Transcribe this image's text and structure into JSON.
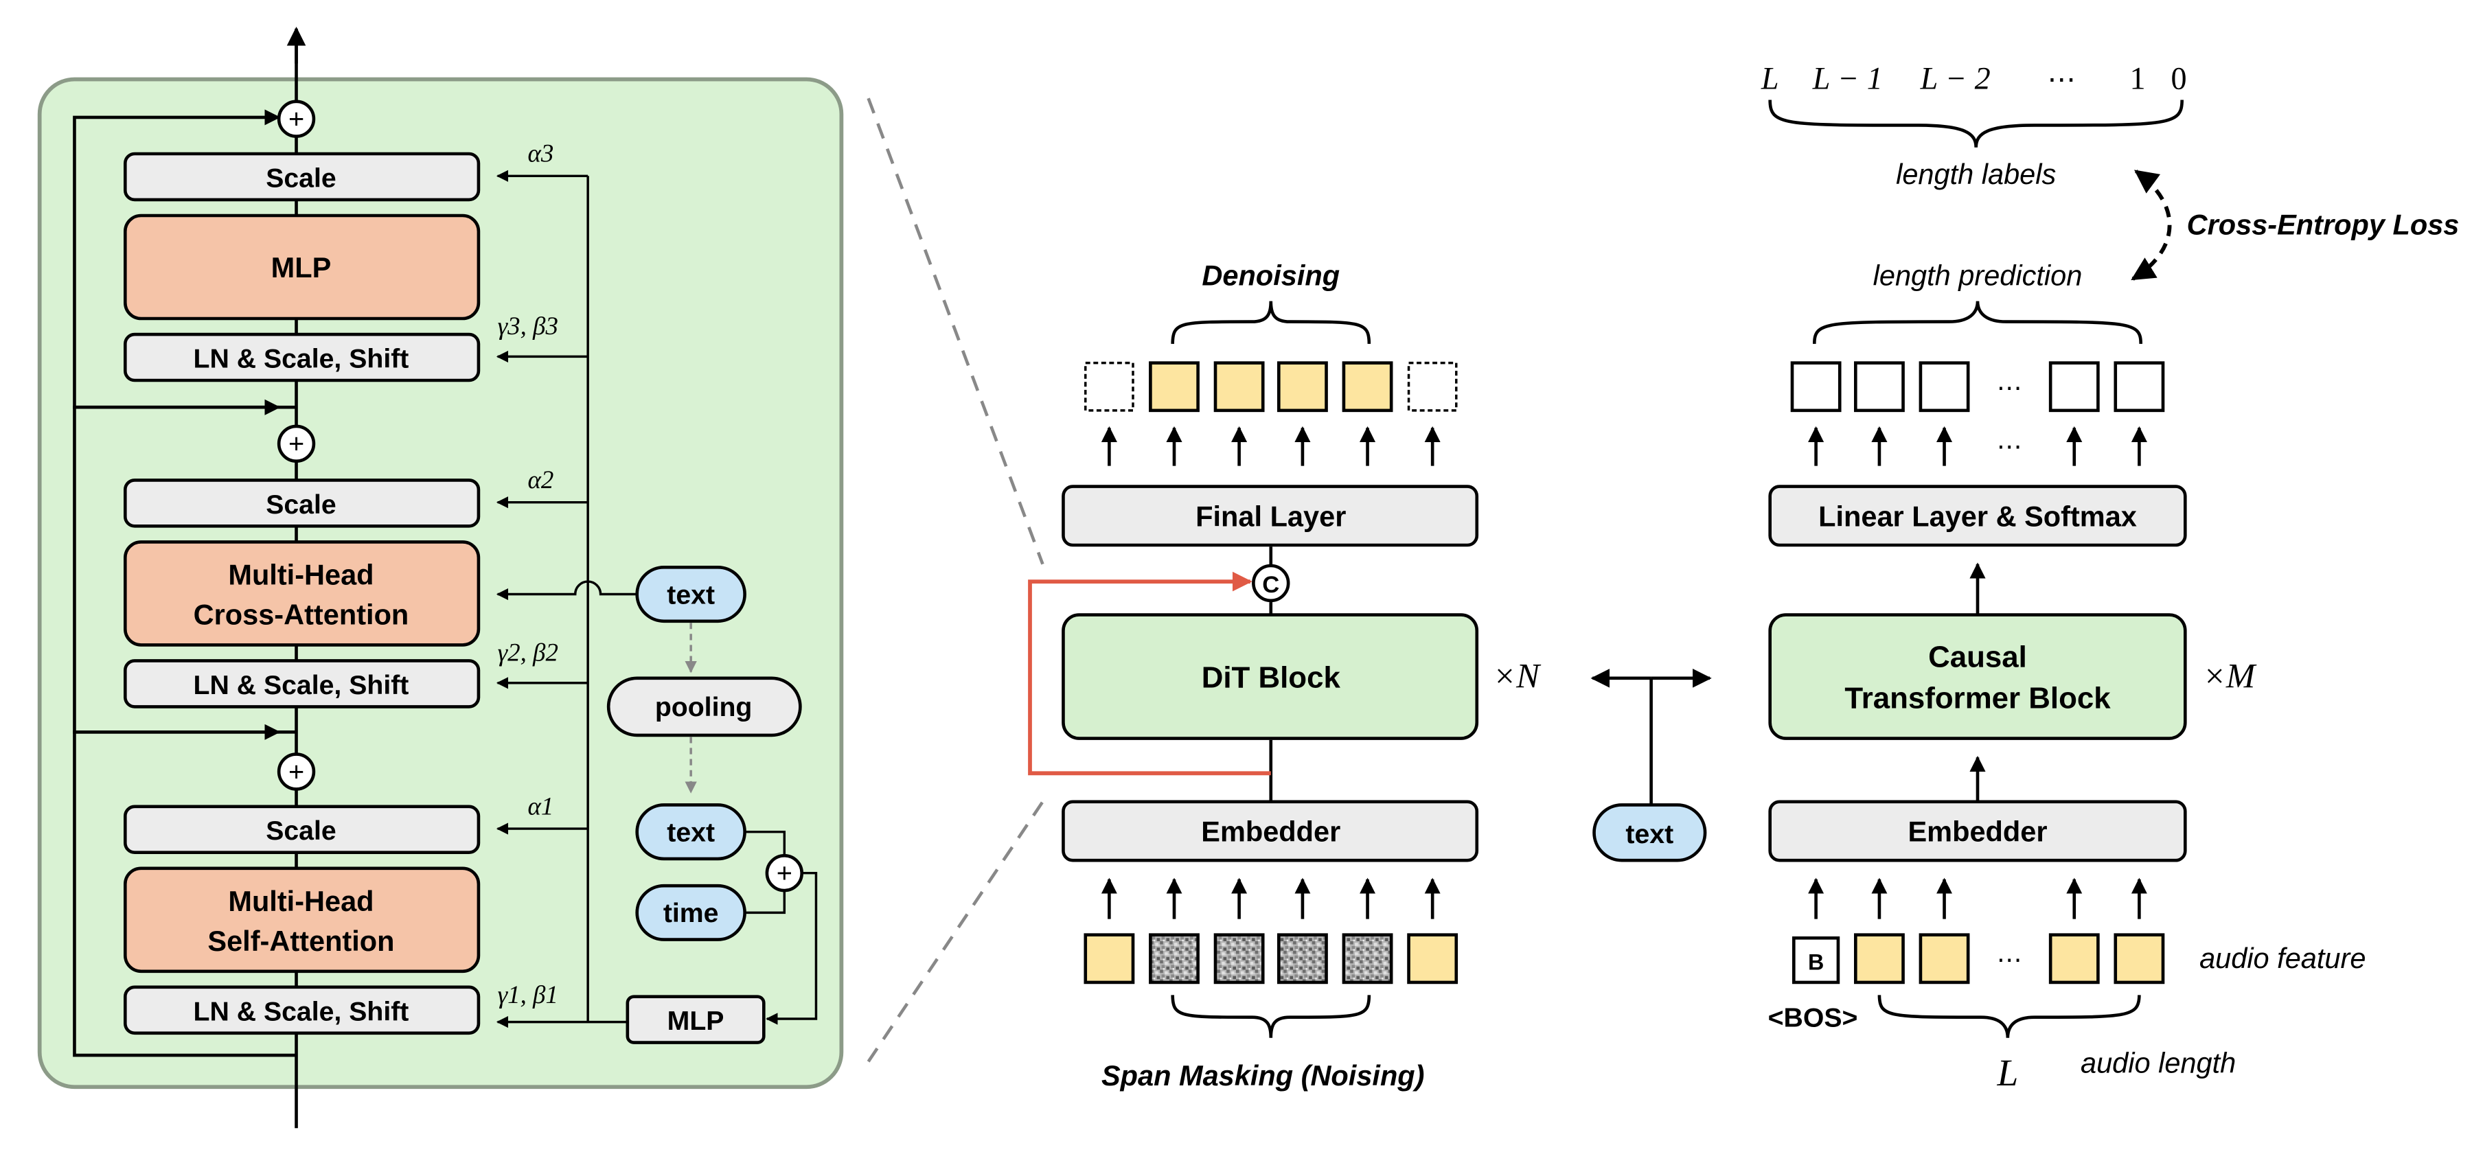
{
  "colors": {
    "panel_fill": "#d9f2d3",
    "panel_border": "#8c9b88",
    "gray_box": "#ececec",
    "salmon_box": "#f5c4a8",
    "green_box": "#d6f0cf",
    "blue_pill": "#c7e3f6",
    "yellow_token": "#fde5a0",
    "red_skip": "#e05a45"
  },
  "left_block": {
    "scale_label": "Scale",
    "mlp_label": "MLP",
    "ln_label": "LN & Scale, Shift",
    "cross_attn_line1": "Multi-Head",
    "cross_attn_line2": "Cross-Attention",
    "self_attn_line1": "Multi-Head",
    "self_attn_line2": "Self-Attention",
    "alpha3": "α3",
    "gb3": "γ3, β3",
    "alpha2": "α2",
    "gb2": "γ2, β2",
    "alpha1": "α1",
    "gb1": "γ1, β1",
    "text_label": "text",
    "pooling_label": "pooling",
    "time_label": "time",
    "cond_mlp_label": "MLP",
    "plus_symbol": "+"
  },
  "dit": {
    "title": "Denoising",
    "final_layer": "Final Layer",
    "block": "DiT Block",
    "embedder": "Embedder",
    "concat_symbol": "C",
    "times_n": "×N",
    "span_label": "Span Masking (Noising)"
  },
  "middle": {
    "text_label": "text"
  },
  "predictor": {
    "length_labels_tokens": [
      "L",
      "L − 1",
      "L − 2",
      "⋯",
      "1",
      "0"
    ],
    "length_labels_caption": "length labels",
    "cross_entropy": "Cross-Entropy Loss",
    "length_prediction": "length prediction",
    "linear_softmax": "Linear Layer & Softmax",
    "causal_line1": "Causal",
    "causal_line2": "Transformer Block",
    "times_m": "×M",
    "embedder": "Embedder",
    "bos_token": "B",
    "bos_label": "<BOS>",
    "audio_feature": "audio feature",
    "length_symbol": "L",
    "audio_length": "audio length",
    "dots": "⋯"
  }
}
